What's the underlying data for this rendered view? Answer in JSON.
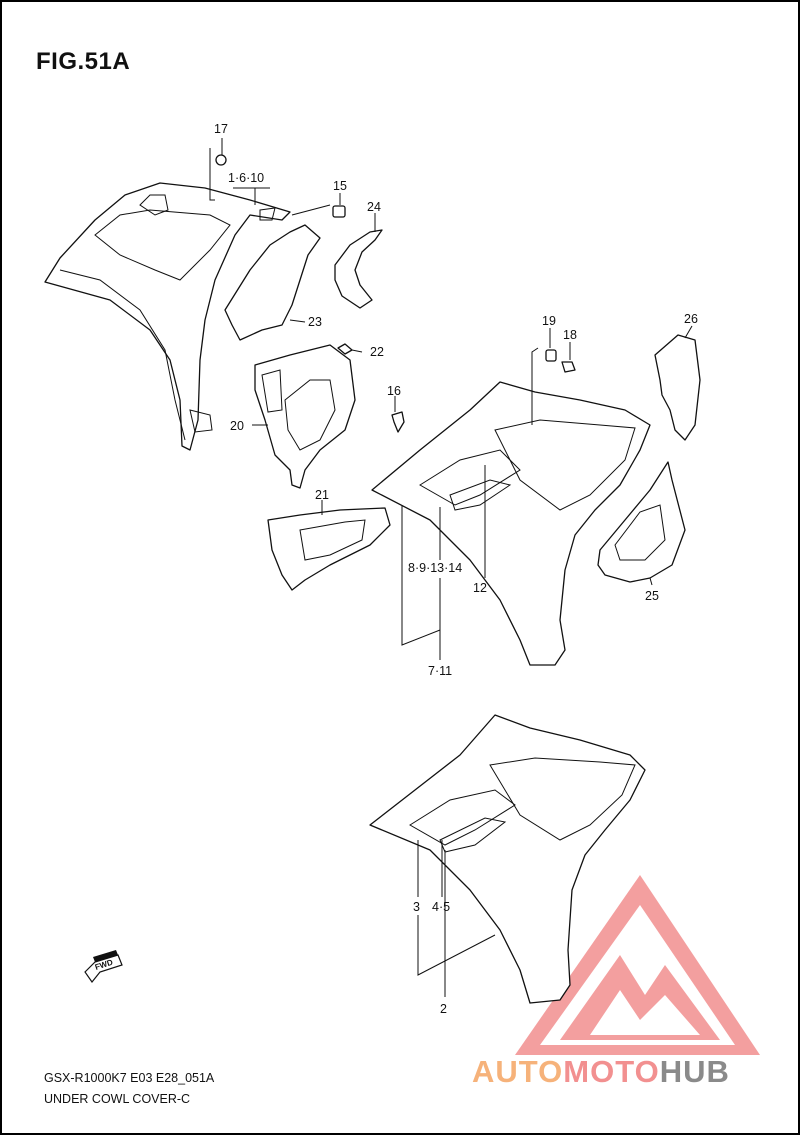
{
  "figure": {
    "title": "FIG.51A",
    "model_code": "GSX-R1000K7 E03 E28_051A",
    "caption": "UNDER COWL COVER-C"
  },
  "callouts": {
    "c17": "17",
    "c1_6_10": "1·6·10",
    "c15": "15",
    "c24": "24",
    "c23": "23",
    "c22": "22",
    "c20": "20",
    "c21": "21",
    "c19": "19",
    "c18": "18",
    "c16": "16",
    "c26": "26",
    "c25": "25",
    "c8_9_13_14": "8·9·13·14",
    "c12": "12",
    "c7_11": "7·11",
    "c3": "3",
    "c4_5": "4·5",
    "c2": "2"
  },
  "fwd_label": "FWD",
  "watermark": {
    "part_a": "AUTO",
    "part_b": "MOTO",
    "part_c": "HUB",
    "colors": {
      "orange": "#f6b27a",
      "pink": "#f29090",
      "gray": "#8a8a8a"
    }
  }
}
